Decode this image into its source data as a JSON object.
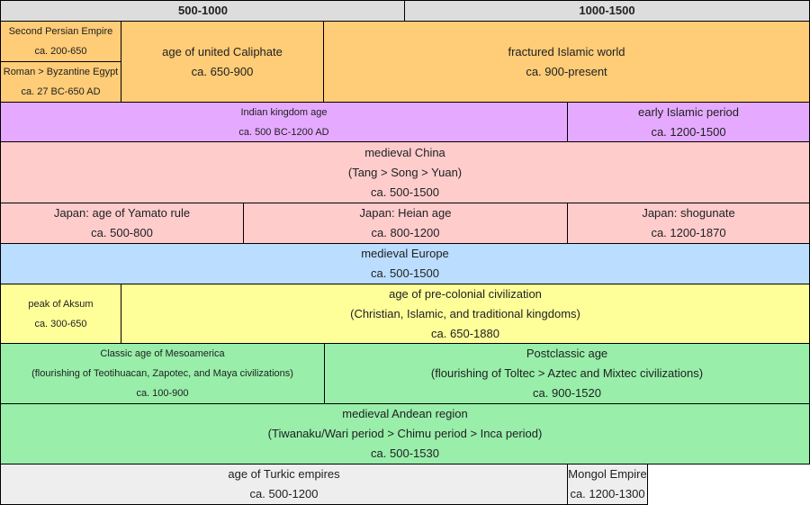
{
  "header": {
    "columns": [
      "500-1000",
      "1000-1500"
    ]
  },
  "rows": {
    "islamic": {
      "persian": {
        "name": "Second Persian Empire",
        "dates": "ca. 200-650"
      },
      "egypt": {
        "name": "Roman > Byzantine Egypt",
        "dates": "ca. 27 BC-650 AD"
      },
      "caliphate": {
        "name": "age of united Caliphate",
        "dates": "ca. 650-900"
      },
      "fractured": {
        "name": "fractured Islamic world",
        "dates": "ca. 900-present"
      }
    },
    "india": {
      "kingdom": {
        "name": "Indian kingdom age",
        "dates": "ca. 500 BC-1200 AD"
      },
      "early_islamic": {
        "name": "early Islamic period",
        "dates": "ca. 1200-1500"
      }
    },
    "china": {
      "name": "medieval China",
      "detail": "(Tang > Song > Yuan)",
      "dates": "ca. 500-1500"
    },
    "japan": {
      "yamato": {
        "name": "Japan: age of Yamato rule",
        "dates": "ca. 500-800"
      },
      "heian": {
        "name": "Japan: Heian age",
        "dates": "ca. 800-1200"
      },
      "shogunate": {
        "name": "Japan: shogunate",
        "dates": "ca. 1200-1870"
      }
    },
    "europe": {
      "name": "medieval Europe",
      "dates": "ca. 500-1500"
    },
    "africa": {
      "aksum": {
        "name": "peak of Aksum",
        "dates": "ca. 300-650"
      },
      "precolonial": {
        "name": "age of pre-colonial civilization",
        "detail": "(Christian, Islamic, and traditional kingdoms)",
        "dates": "ca. 650-1880"
      }
    },
    "mesoamerica": {
      "classic": {
        "name": "Classic age of Mesoamerica",
        "detail": "(flourishing of Teotihuacan, Zapotec, and Maya civilizations)",
        "dates": "ca. 100-900"
      },
      "postclassic": {
        "name": "Postclassic age",
        "detail": "(flourishing of Toltec > Aztec and Mixtec civilizations)",
        "dates": "ca. 900-1520"
      }
    },
    "andes": {
      "name": "medieval Andean region",
      "detail": "(Tiwanaku/Wari period > Chimu period > Inca period)",
      "dates": "ca. 500-1530"
    },
    "steppe": {
      "turkic": {
        "name": "age of Turkic empires",
        "dates": "ca. 500-1200"
      },
      "mongol": {
        "name": "Mongol Empire",
        "dates": "ca. 1200-1300"
      }
    }
  },
  "colors": {
    "header": "#dddddd",
    "islamic": "#ffcc77",
    "india": "#e5aaff",
    "east_asia": "#ffcccc",
    "europe": "#bbddff",
    "africa": "#ffff99",
    "americas": "#99eeaa",
    "steppe": "#eeeeee"
  }
}
